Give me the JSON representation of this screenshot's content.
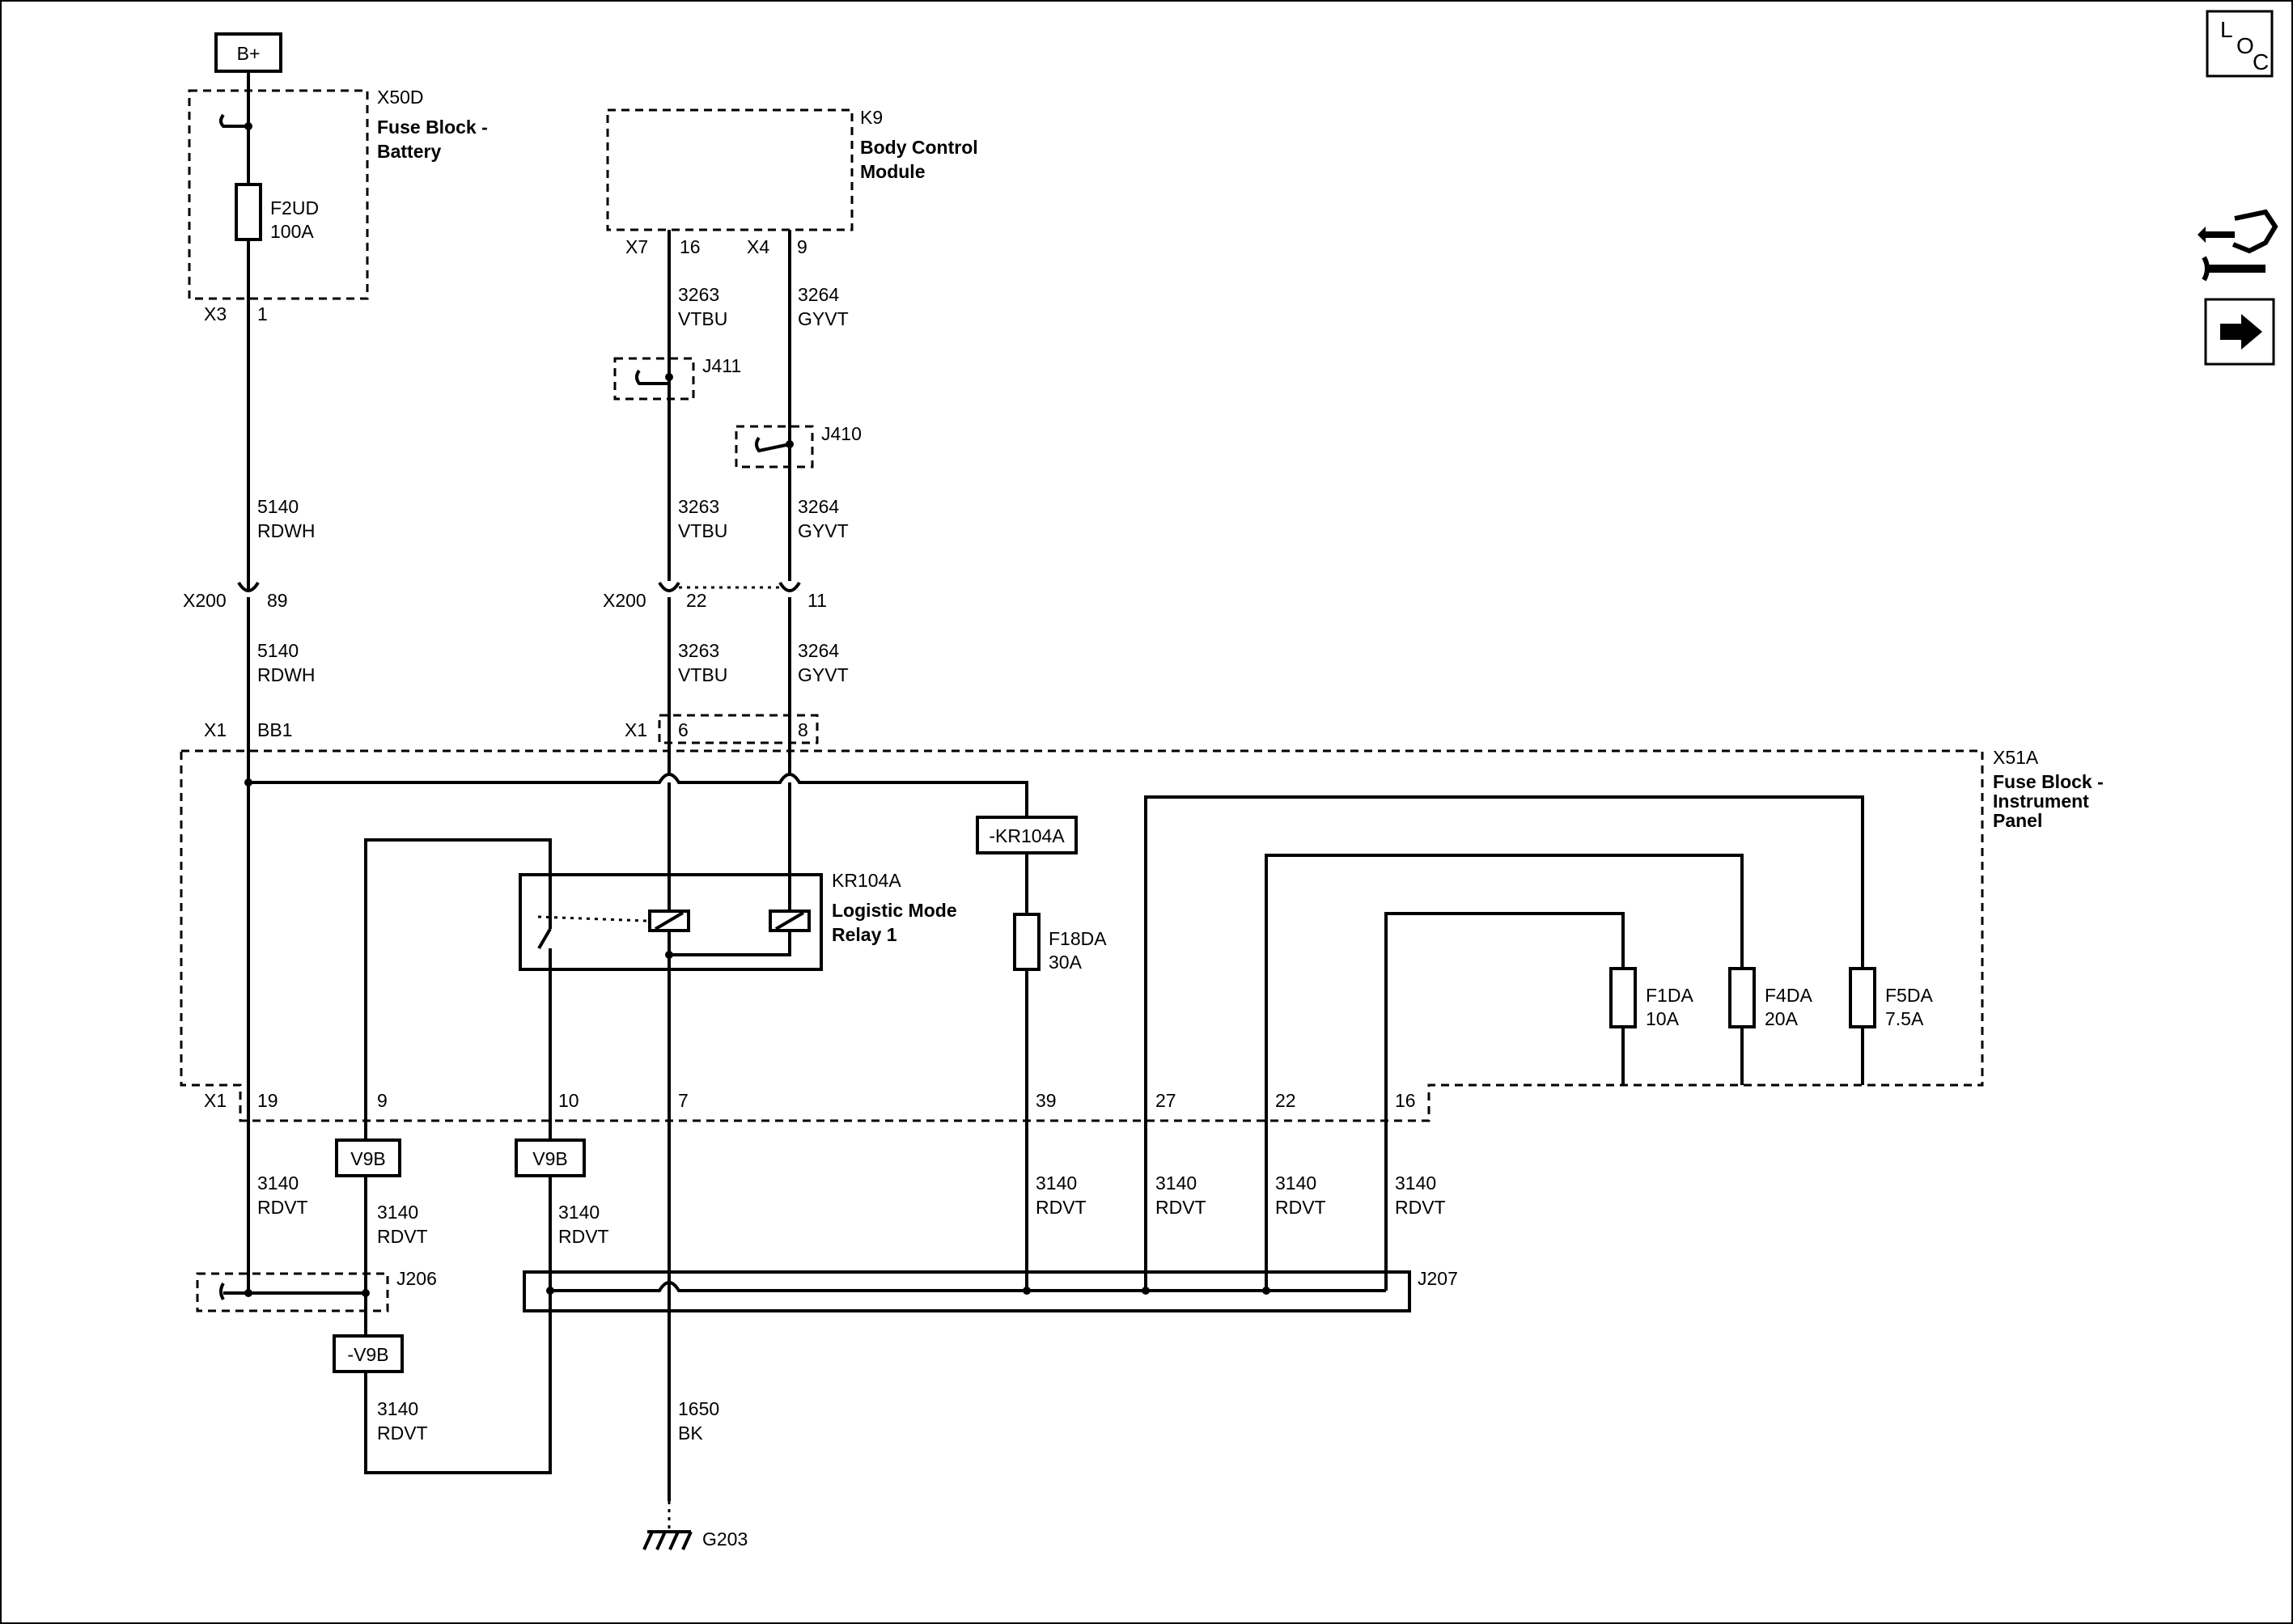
{
  "power": {
    "supply": "B+"
  },
  "components": {
    "x50d": {
      "ref": "X50D",
      "name_l1": "Fuse Block -",
      "name_l2": "Battery"
    },
    "f2ud": {
      "ref": "F2UD",
      "rating": "100A"
    },
    "k9": {
      "ref": "K9",
      "name_l1": "Body Control",
      "name_l2": "Module"
    },
    "x51a": {
      "ref": "X51A",
      "name_l1": "Fuse Block -",
      "name_l2": "Instrument",
      "name_l3": "Panel"
    },
    "kr104a": {
      "ref": "KR104A",
      "name_l1": "Logistic Mode",
      "name_l2": "Relay 1"
    },
    "f18da": {
      "ref": "F18DA",
      "rating": "30A"
    },
    "f1da": {
      "ref": "F1DA",
      "rating": "10A"
    },
    "f4da": {
      "ref": "F4DA",
      "rating": "20A"
    },
    "f5da": {
      "ref": "F5DA",
      "rating": "7.5A"
    }
  },
  "boxes": {
    "kr104a_tag": "-KR104A",
    "v9b": "V9B",
    "v9b_neg": "-V9B"
  },
  "splices": {
    "j411": "J411",
    "j410": "J410",
    "j206": "J206",
    "j207": "J207"
  },
  "ground": {
    "ref": "G203"
  },
  "connectors": {
    "x3": "X3",
    "x3_pin": "1",
    "x7": "X7",
    "x7_pin": "16",
    "x4": "X4",
    "x4_pin": "9",
    "x200_left": "X200",
    "x200_left_pin": "89",
    "x200_mid": "X200",
    "x200_pin_22": "22",
    "x200_pin_11": "11",
    "x1_left": "X1",
    "x1_pin_bb1": "BB1",
    "x1_mid": "X1",
    "x1_pin_6": "6",
    "x1_pin_8": "8",
    "x1_bottom": "X1",
    "pin_19": "19",
    "pin_9": "9",
    "pin_10": "10",
    "pin_7": "7",
    "pin_39": "39",
    "pin_27": "27",
    "pin_22": "22",
    "pin_16": "16"
  },
  "wires": {
    "w5140a": {
      "circuit": "5140",
      "color": "RDWH"
    },
    "w5140b": {
      "circuit": "5140",
      "color": "RDWH"
    },
    "w3263a": {
      "circuit": "3263",
      "color": "VTBU"
    },
    "w3263b": {
      "circuit": "3263",
      "color": "VTBU"
    },
    "w3263c": {
      "circuit": "3263",
      "color": "VTBU"
    },
    "w3264a": {
      "circuit": "3264",
      "color": "GYVT"
    },
    "w3264b": {
      "circuit": "3264",
      "color": "GYVT"
    },
    "w3264c": {
      "circuit": "3264",
      "color": "GYVT"
    },
    "w3140_19": {
      "circuit": "3140",
      "color": "RDVT"
    },
    "w3140_9": {
      "circuit": "3140",
      "color": "RDVT"
    },
    "w3140_10": {
      "circuit": "3140",
      "color": "RDVT"
    },
    "w3140_39": {
      "circuit": "3140",
      "color": "RDVT"
    },
    "w3140_27": {
      "circuit": "3140",
      "color": "RDVT"
    },
    "w3140_22": {
      "circuit": "3140",
      "color": "RDVT"
    },
    "w3140_16": {
      "circuit": "3140",
      "color": "RDVT"
    },
    "w3140_loop": {
      "circuit": "3140",
      "color": "RDVT"
    },
    "w1650": {
      "circuit": "1650",
      "color": "BK"
    }
  },
  "legend": {
    "loc_l": "L",
    "loc_o": "O",
    "loc_c": "C",
    "icons": [
      "wire-tool-icon",
      "arrow-right-icon"
    ]
  }
}
